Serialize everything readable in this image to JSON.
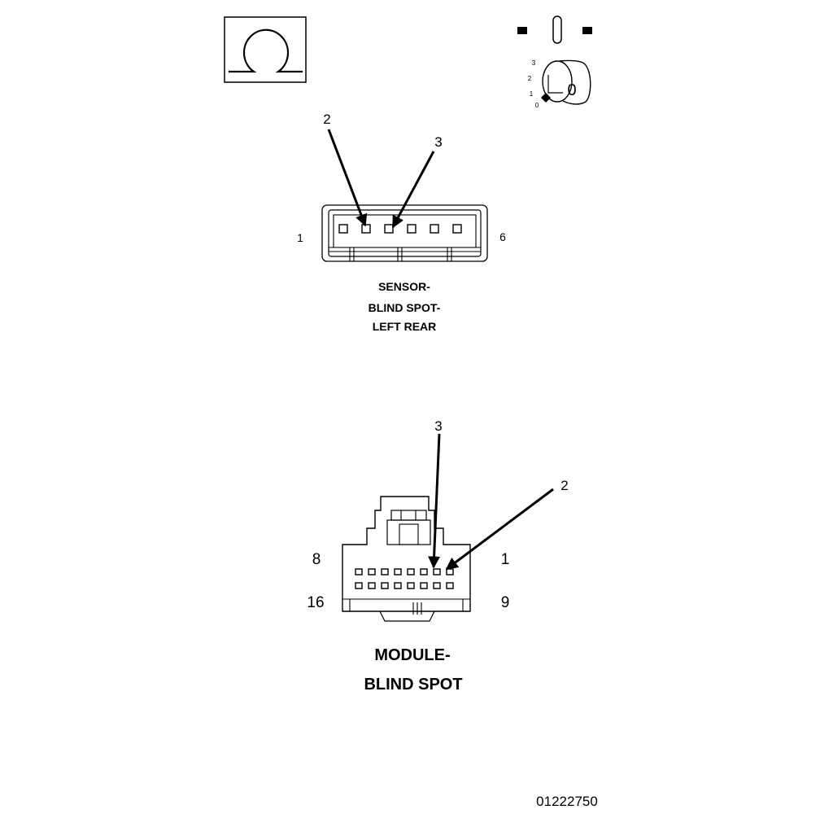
{
  "ohm_symbol": {
    "glyph": "Ω"
  },
  "ignition_key": {
    "positions": [
      "3",
      "2",
      "1",
      "0"
    ],
    "key_text": "0"
  },
  "sensor_connector": {
    "callout_a": "2",
    "callout_b": "3",
    "pin_left": "1",
    "pin_right": "6",
    "title_lines": [
      "SENSOR-",
      "BLIND SPOT-",
      "LEFT REAR"
    ]
  },
  "module_connector": {
    "callout_a": "3",
    "callout_b": "2",
    "pin_top_left": "8",
    "pin_top_right": "1",
    "pin_bottom_left": "16",
    "pin_bottom_right": "9",
    "title_lines": [
      "MODULE-",
      "BLIND SPOT"
    ]
  },
  "figure_id": "01222750",
  "colors": {
    "ink": "#000000",
    "paper": "#ffffff"
  }
}
